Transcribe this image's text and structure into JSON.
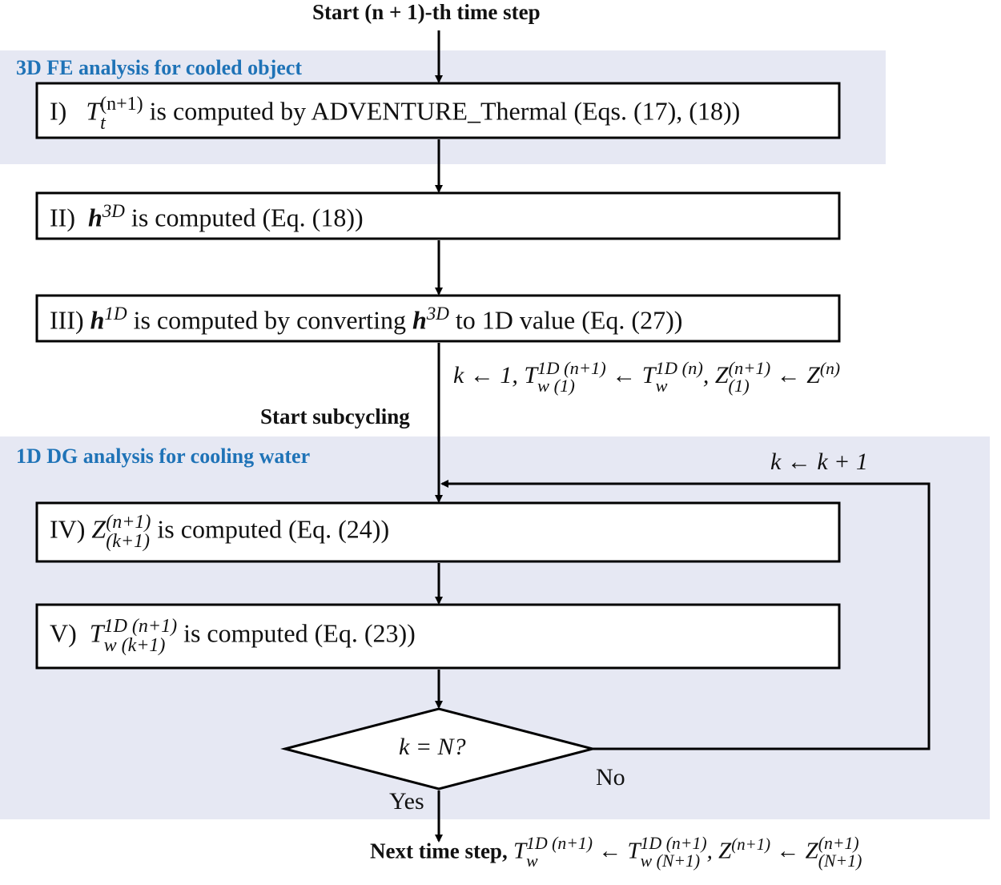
{
  "header": {
    "start_step": "Start (n + 1)-th time step"
  },
  "regions": {
    "fe_title": "3D FE analysis for cooled object",
    "dg_title": "1D DG analysis for cooling water"
  },
  "steps": [
    {
      "num": "I)",
      "symbol": "T",
      "sup": "(n+1)",
      "sub": "t",
      "text": "is computed by ADVENTURE_Thermal (Eqs. (17), (18))"
    },
    {
      "num": "II)",
      "symbol": "h",
      "sup": "3D",
      "text": "is computed (Eq. (18))"
    },
    {
      "num": "III)",
      "symbol": "h",
      "sup": "1D",
      "text_a": "is computed by converting",
      "symbol2": "h",
      "sup2": "3D",
      "text_b": "to 1D value (Eq. (27))"
    },
    {
      "num": "IV)",
      "symbol": "Z",
      "sup": "(n+1)",
      "sub": "(k+1)",
      "text": "is computed (Eq. (24))"
    },
    {
      "num": "V)",
      "symbol": "T",
      "sup": "1D (n+1)",
      "sub": "w   (k+1)",
      "text": "is computed (Eq. (23))"
    }
  ],
  "subcycling": {
    "label": "Start subcycling",
    "init": "k ← 1, T",
    "init_sup": "1D (n+1)",
    "init_sub": "w   (1)",
    "init_mid": "← T",
    "init_sup2": "1D (n)",
    "init_sub2": "w",
    "init_z": ", Z",
    "init_z_sup": "(n+1)",
    "init_z_sub": "(1)",
    "init_z_end": "← Z",
    "init_z_end_sup": "(n)",
    "increment": "k ← k + 1"
  },
  "decision": {
    "question": "k = N?",
    "yes": "Yes",
    "no": "No"
  },
  "footer": {
    "label": "Next time step,",
    "t": "T",
    "t_sup": "1D (n+1)",
    "t_sub": "w",
    "arrow": "←",
    "t2": "T",
    "t2_sup": "1D (n+1)",
    "t2_sub": "w   (N+1)",
    "z": ", Z",
    "z_sup": "(n+1)",
    "arrow2": "←",
    "z2": "Z",
    "z2_sup": "(n+1)",
    "z2_sub": "(N+1)"
  },
  "colors": {
    "region_fill": "#e6e8f3",
    "region_title": "#1f73b7",
    "box_stroke": "#000000",
    "arrow": "#000000"
  }
}
